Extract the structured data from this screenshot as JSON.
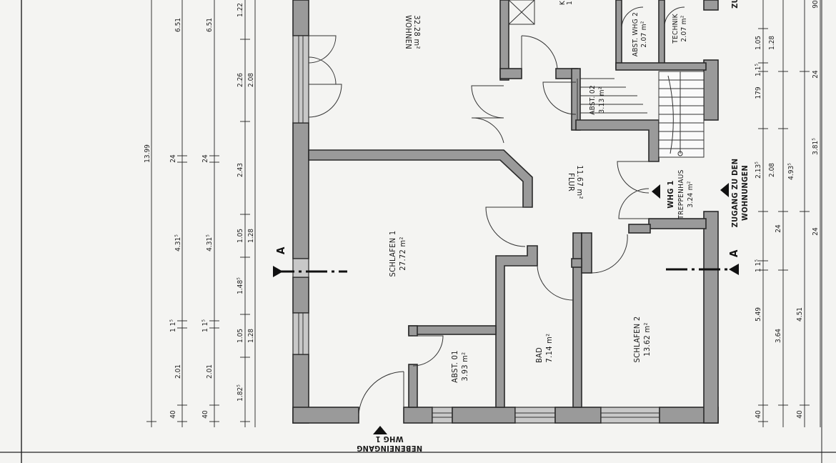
{
  "rooms": {
    "wohnen": {
      "name": "WOHNEN",
      "area": "32.28 m²"
    },
    "flur": {
      "name": "FLUR",
      "area": "11.67 m²"
    },
    "schlafen1": {
      "name": "SCHLAFEN 1",
      "area": "27.72 m²"
    },
    "schlafen2": {
      "name": "SCHLAFEN 2",
      "area": "13.62 m²"
    },
    "bad": {
      "name": "BAD",
      "area": "7.14 m²"
    },
    "abst01": {
      "name": "ABST. 01",
      "area": "3.93 m²"
    },
    "abst02": {
      "name": "ABST. 02",
      "area": "3.13 m²"
    },
    "abstwhg2": {
      "name": "ABST. WHG 2",
      "area": "2.07 m²"
    },
    "technik": {
      "name": "TECHNIK",
      "area": "2.07 m²"
    },
    "treppenhaus": {
      "name": "TREPPENHAUS",
      "area": "3.24 m²"
    },
    "kueche_partial": {
      "name": "K",
      "area": "1"
    }
  },
  "labels": {
    "whg1": "WHG 1",
    "zugang_line1": "ZUGANG ZU DEN",
    "zugang_line2": "WOHNUNGEN",
    "nebeneingang_line1": "NEBENEINGANG",
    "nebeneingang_line2": "WHG 1",
    "section_a_left": "A",
    "section_a_right": "A",
    "top_right_partial": "ZU"
  },
  "dims_left": {
    "total": "13.99",
    "c1": [
      "6.51",
      "24",
      "4.31⁵",
      "1 1⁵",
      "2.01",
      "40"
    ],
    "c2": [
      "6.51",
      "24",
      "4.31⁵",
      "1 1⁵",
      "2.01",
      "40"
    ],
    "c3": [
      "1.22",
      "2.26",
      "2.43",
      "1.05",
      "1.48⁵",
      "1.05",
      "1.82⁵"
    ],
    "c4": [
      "2.08",
      "1.28",
      "1.28"
    ]
  },
  "dims_right": {
    "c1": [
      "1.05",
      "1 1⁵",
      "179",
      "2.13⁵",
      "1 1⁵",
      "5.49",
      "40"
    ],
    "c2": [
      "1.28",
      "2.08",
      "24",
      "3.64"
    ],
    "c3": [
      "4.93⁵",
      "4.51",
      "40"
    ],
    "c4": [
      "90",
      "24",
      "3.81⁵",
      "24"
    ]
  }
}
